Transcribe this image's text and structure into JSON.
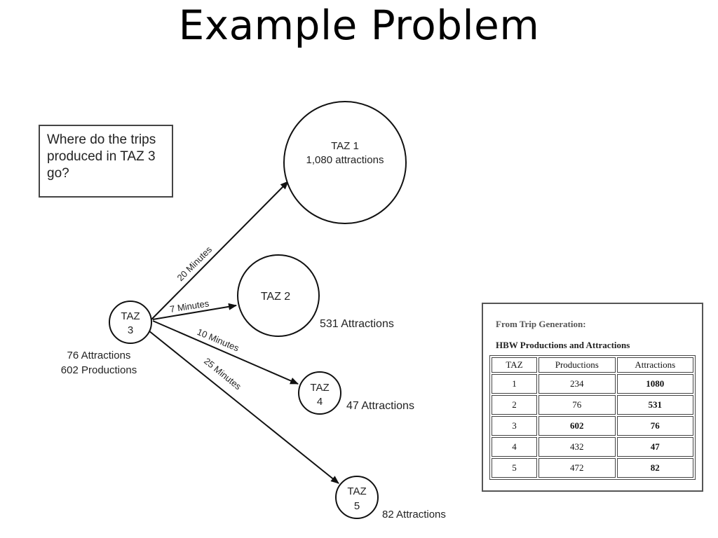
{
  "slide": {
    "title": "Example Problem",
    "question": "Where do the trips produced in TAZ 3 go?"
  },
  "diagram": {
    "origin": {
      "label_line1": "TAZ",
      "label_line2": "3",
      "attractions_text": "76 Attractions",
      "productions_text": "602 Productions"
    },
    "zones": [
      {
        "label_line1": "TAZ 1",
        "label_line2": "1,080 attractions",
        "attractions_text": ""
      },
      {
        "label_line1": "TAZ 2",
        "label_line2": "",
        "attractions_text": "531 Attractions"
      },
      {
        "label_line1": "TAZ",
        "label_line2": "4",
        "attractions_text": "47 Attractions"
      },
      {
        "label_line1": "TAZ",
        "label_line2": "5",
        "attractions_text": "82 Attractions"
      }
    ],
    "edges": [
      {
        "to": "TAZ 1",
        "label": "20 Minutes"
      },
      {
        "to": "TAZ 2",
        "label": "7 Minutes"
      },
      {
        "to": "TAZ 4",
        "label": "10 Minutes"
      },
      {
        "to": "TAZ 5",
        "label": "25 Minutes"
      }
    ]
  },
  "table": {
    "caption": "From Trip Generation:",
    "subcaption": "HBW Productions and Attractions",
    "headers": [
      "TAZ",
      "Productions",
      "Attractions"
    ],
    "rows": [
      [
        "1",
        "234",
        "1080"
      ],
      [
        "2",
        "76",
        "531"
      ],
      [
        "3",
        "602",
        "76"
      ],
      [
        "4",
        "432",
        "47"
      ],
      [
        "5",
        "472",
        "82"
      ]
    ]
  }
}
